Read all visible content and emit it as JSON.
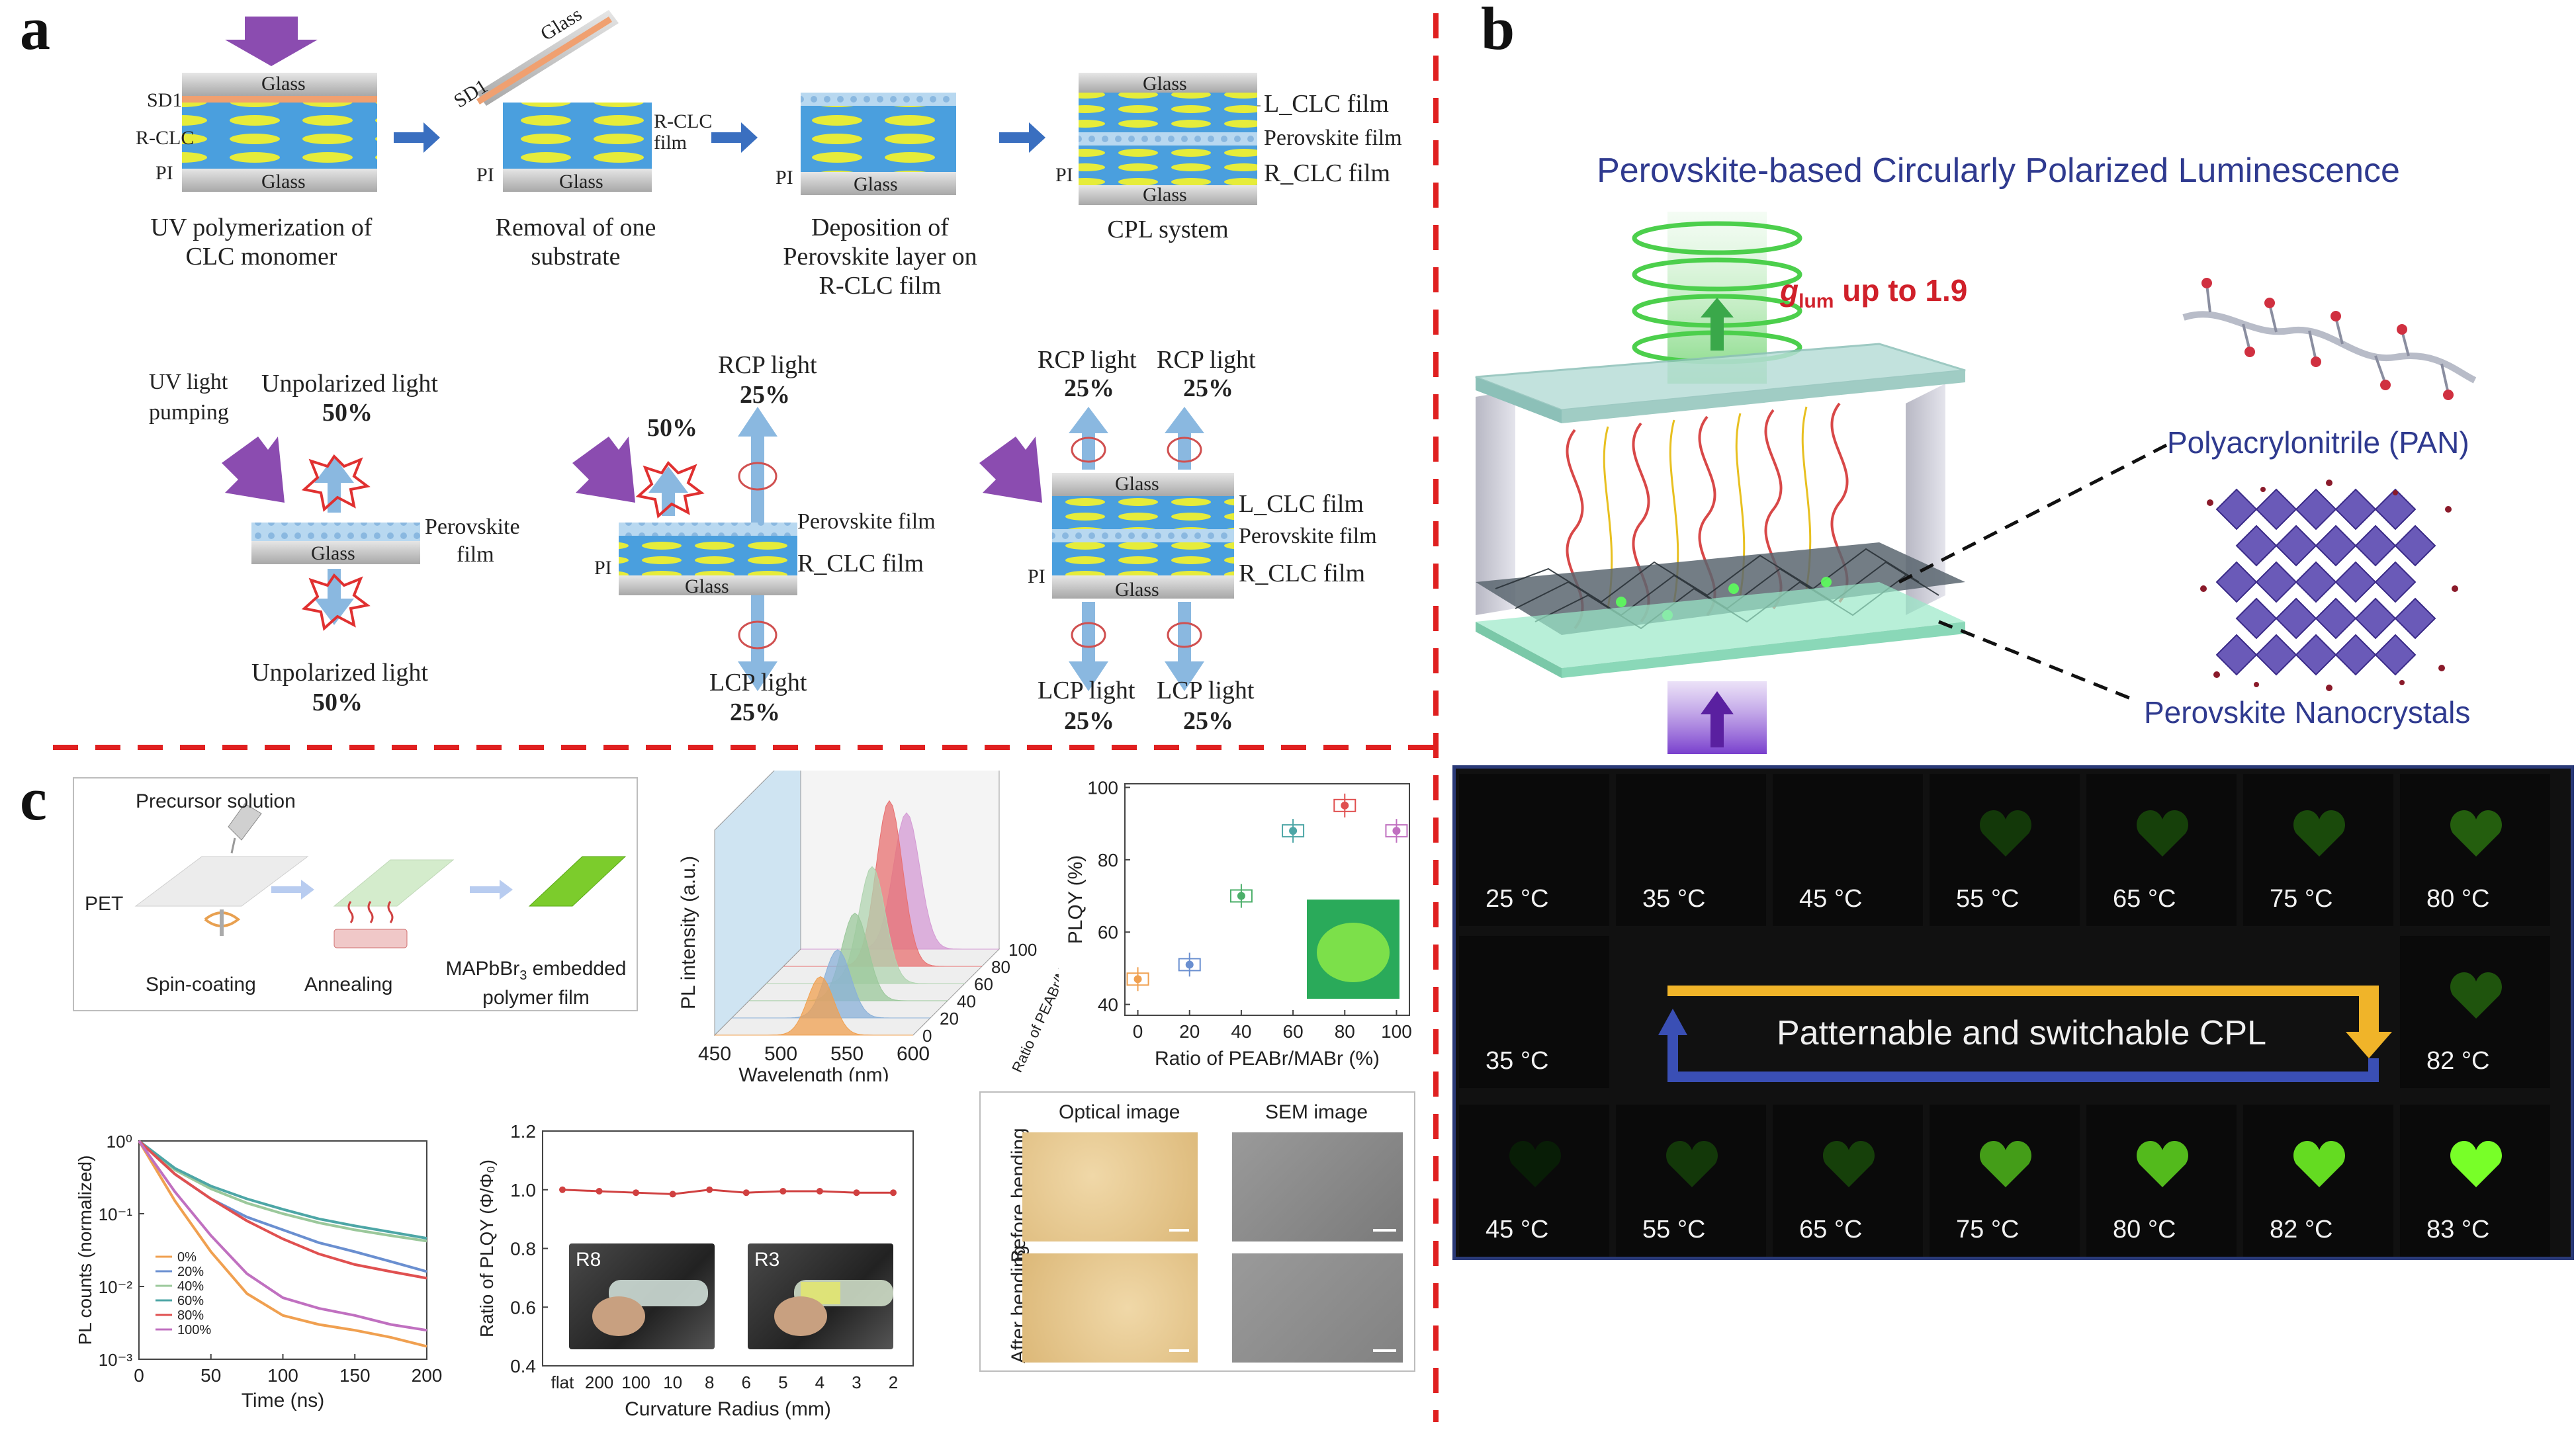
{
  "panels": {
    "a": "a",
    "b": "b",
    "c": "c"
  },
  "panel_a": {
    "glass": "Glass",
    "sd1": "SD1",
    "rclc": "R-CLC",
    "rclc_film": "R-CLC film",
    "pi": "PI",
    "step1": "UV polymerization of CLC monomer",
    "step2": "Removal of one substrate",
    "step3": "Deposition of Perovskite layer on R-CLC film",
    "step4": "CPL system",
    "lclc_film": "L_CLC film",
    "perovskite_film": "Perovskite film",
    "rclc_underscore_film": "R_CLC film",
    "uv_pumping": "UV light pumping",
    "unpolarized_light": "Unpolarized light",
    "p50": "50%",
    "p25": "25%",
    "rcp_light": "RCP light",
    "lcp_light": "LCP light",
    "perovskite": "Perovskite",
    "film": "film"
  },
  "panel_b": {
    "title": "Perovskite-based Circularly Polarized Luminescence",
    "glum_g": "g",
    "glum_sub": "lum",
    "glum_rest": " up to 1.9",
    "pan": "Polyacrylonitrile (PAN)",
    "nanocrystals": "Perovskite Nanocrystals",
    "switch_label": "Patternable and switchable CPL",
    "row1": [
      "25 °C",
      "35 °C",
      "45 °C",
      "55 °C",
      "65 °C",
      "75 °C",
      "80 °C"
    ],
    "row2_left": "35 °C",
    "row2_right": "82 °C",
    "row3": [
      "45 °C",
      "55 °C",
      "65 °C",
      "75 °C",
      "80 °C",
      "82 °C",
      "83 °C"
    ],
    "colors": {
      "title": "#2f3a8f",
      "glum": "#d0202a",
      "arrow_yellow": "#f0b429",
      "arrow_blue": "#3a4fb5"
    }
  },
  "panel_c": {
    "precursor": "Precursor solution",
    "pet": "PET",
    "spin": "Spin-coating",
    "anneal": "Annealing",
    "film_label": "MAPbBr",
    "film_sub": "3",
    "film_label2": " embedded polymer film",
    "pl_ylabel": "PL intensity (a.u.)",
    "pl_xlabel": "Wavelength (nm)",
    "pl_zlabel": "Ratio of PEABr/MABr (%)",
    "optical": "Optical image",
    "sem": "SEM image",
    "before": "Before bending",
    "after": "After bending",
    "r8": "R8",
    "r3": "R3"
  },
  "chart_data": [
    {
      "type": "line",
      "title": "",
      "xlabel": "Wavelength (nm)",
      "ylabel": "PL intensity (a.u.)",
      "zlabel": "Ratio of PEABr/MABr (%)",
      "x_ticks": [
        450,
        500,
        550,
        600
      ],
      "z_ticks": [
        0,
        20,
        40,
        60,
        80,
        100
      ],
      "series": [
        {
          "name": "0",
          "peak_nm": 530,
          "relative_height": 0.3
        },
        {
          "name": "20",
          "peak_nm": 530,
          "relative_height": 0.35
        },
        {
          "name": "40",
          "peak_nm": 530,
          "relative_height": 0.45
        },
        {
          "name": "60",
          "peak_nm": 530,
          "relative_height": 0.6
        },
        {
          "name": "80",
          "peak_nm": 530,
          "relative_height": 0.85
        },
        {
          "name": "100",
          "peak_nm": 530,
          "relative_height": 0.7
        }
      ],
      "colors": [
        "#f0a050",
        "#8ab0d8",
        "#9bc89b",
        "#b0d4b0",
        "#e87070",
        "#d49ad4"
      ]
    },
    {
      "type": "scatter",
      "title": "",
      "xlabel": "Ratio of PEABr/MABr (%)",
      "ylabel": "PLQY (%)",
      "x": [
        0,
        20,
        40,
        60,
        80,
        100
      ],
      "values": [
        47,
        51,
        70,
        88,
        95,
        88
      ],
      "xlim": [
        -5,
        105
      ],
      "ylim": [
        37,
        101
      ],
      "x_ticks": [
        0,
        20,
        40,
        60,
        80,
        100
      ],
      "y_ticks": [
        40,
        60,
        80,
        100
      ],
      "colors": [
        "#f0a050",
        "#6a8fd0",
        "#4caf6a",
        "#4da6a6",
        "#e05050",
        "#c070c0"
      ]
    },
    {
      "type": "line",
      "title": "",
      "xlabel": "Time (ns)",
      "ylabel": "PL counts (normalized)",
      "yscale": "log",
      "xlim": [
        0,
        200
      ],
      "ylim": [
        0.001,
        1
      ],
      "x_ticks": [
        0,
        50,
        100,
        150,
        200
      ],
      "y_tick_labels": [
        "10⁰",
        "10⁻¹",
        "10⁻²",
        "10⁻³"
      ],
      "y_tick_values": [
        1,
        0.1,
        0.01,
        0.001
      ],
      "x": [
        0,
        25,
        50,
        75,
        100,
        125,
        150,
        175,
        200
      ],
      "series": [
        {
          "name": "0%",
          "values": [
            1,
            0.15,
            0.03,
            0.008,
            0.004,
            0.003,
            0.0025,
            0.002,
            0.0015
          ]
        },
        {
          "name": "20%",
          "values": [
            1,
            0.35,
            0.16,
            0.09,
            0.06,
            0.04,
            0.03,
            0.022,
            0.016
          ]
        },
        {
          "name": "40%",
          "values": [
            1,
            0.4,
            0.22,
            0.14,
            0.1,
            0.075,
            0.06,
            0.05,
            0.042
          ]
        },
        {
          "name": "60%",
          "values": [
            1,
            0.42,
            0.24,
            0.16,
            0.115,
            0.085,
            0.068,
            0.056,
            0.046
          ]
        },
        {
          "name": "80%",
          "values": [
            1,
            0.35,
            0.16,
            0.08,
            0.045,
            0.028,
            0.02,
            0.016,
            0.013
          ]
        },
        {
          "name": "100%",
          "values": [
            1,
            0.2,
            0.05,
            0.015,
            0.007,
            0.005,
            0.004,
            0.003,
            0.0025
          ]
        }
      ],
      "colors": [
        "#f0a050",
        "#6a8fd0",
        "#9bc89b",
        "#4da6a6",
        "#e05050",
        "#c070c0"
      ]
    },
    {
      "type": "line",
      "title": "",
      "xlabel": "Curvature Radius (mm)",
      "ylabel": "Ratio of PLQY (Φ/Φ₀)",
      "categories": [
        "flat",
        "200",
        "100",
        "10",
        "8",
        "6",
        "5",
        "4",
        "3",
        "2"
      ],
      "values": [
        1.0,
        0.995,
        0.99,
        0.985,
        1.0,
        0.99,
        0.995,
        0.995,
        0.99,
        0.99
      ],
      "ylim": [
        0.4,
        1.2
      ],
      "y_ticks": [
        0.4,
        0.6,
        0.8,
        1.0,
        1.2
      ],
      "colors": [
        "#d04040"
      ]
    }
  ]
}
